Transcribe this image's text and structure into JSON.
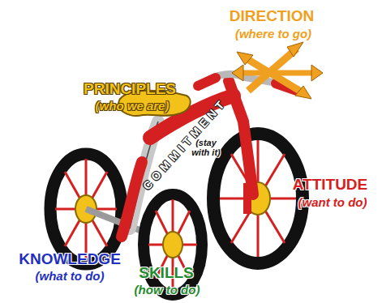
{
  "diagram": {
    "labels": [
      "DIRECTION",
      "(where to go)",
      "PRINCIPLES",
      "(who we are)",
      "COMMITMENT",
      "(stay with it)",
      "ATTITUDE",
      "(want to do)",
      "KNOWLEDGE",
      "(what to do)",
      "SKILLS",
      "(how to do)"
    ]
  }
}
